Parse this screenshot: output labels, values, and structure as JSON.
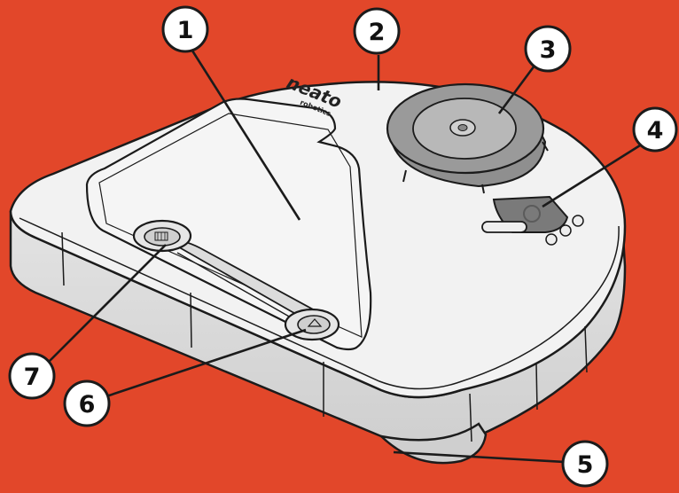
{
  "diagram": {
    "background_color": "#e2472a",
    "brand": {
      "line1": "neato",
      "line2": "robotics"
    },
    "callouts": [
      {
        "id": "1",
        "label": "1"
      },
      {
        "id": "2",
        "label": "2"
      },
      {
        "id": "3",
        "label": "3"
      },
      {
        "id": "4",
        "label": "4"
      },
      {
        "id": "5",
        "label": "5"
      },
      {
        "id": "6",
        "label": "6"
      },
      {
        "id": "7",
        "label": "7"
      }
    ]
  }
}
